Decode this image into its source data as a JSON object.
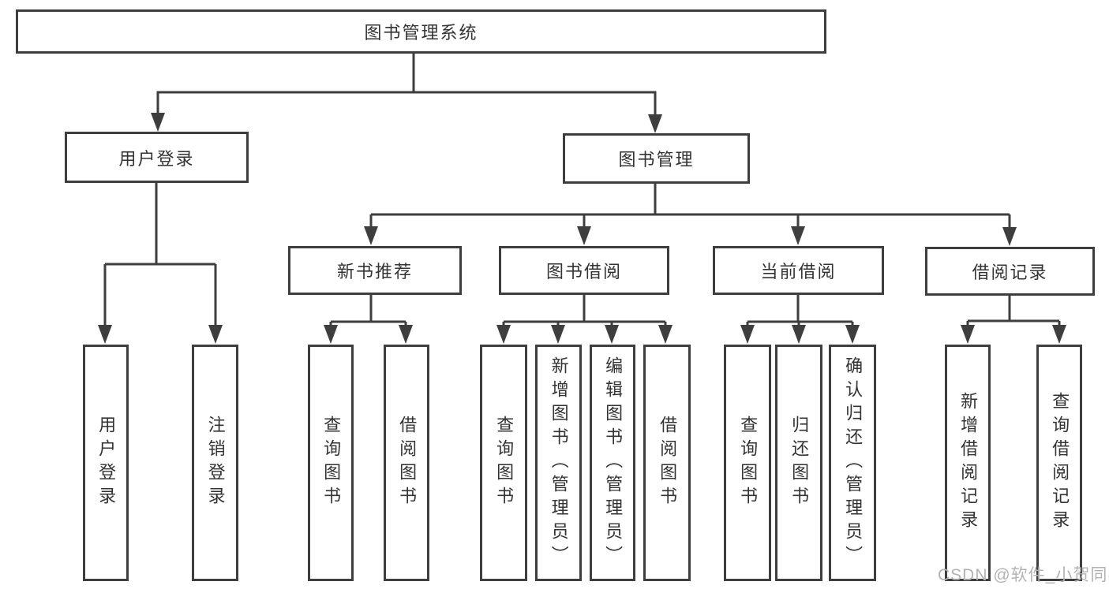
{
  "colors": {
    "line": "#3e3e3e",
    "text": "#333333",
    "watermark": "#b3b3b3",
    "background": "#ffffff"
  },
  "tree": {
    "label": "图书管理系统",
    "children": [
      {
        "label": "用户登录",
        "children": [
          {
            "label": "用户登录"
          },
          {
            "label": "注销登录"
          }
        ]
      },
      {
        "label": "图书管理",
        "children": [
          {
            "label": "新书推荐",
            "children": [
              {
                "label": "查询图书"
              },
              {
                "label": "借阅图书"
              }
            ]
          },
          {
            "label": "图书借阅",
            "children": [
              {
                "label": "查询图书"
              },
              {
                "label": "新增图书（管理员）"
              },
              {
                "label": "编辑图书（管理员）"
              },
              {
                "label": "借阅图书"
              }
            ]
          },
          {
            "label": "当前借阅",
            "children": [
              {
                "label": "查询图书"
              },
              {
                "label": "归还图书"
              },
              {
                "label": "确认归还（管理员）"
              }
            ]
          },
          {
            "label": "借阅记录",
            "children": [
              {
                "label": "新增借阅记录"
              },
              {
                "label": "查询借阅记录"
              }
            ]
          }
        ]
      }
    ]
  },
  "watermark": {
    "text": "CSDN @软件_小贺同学"
  }
}
